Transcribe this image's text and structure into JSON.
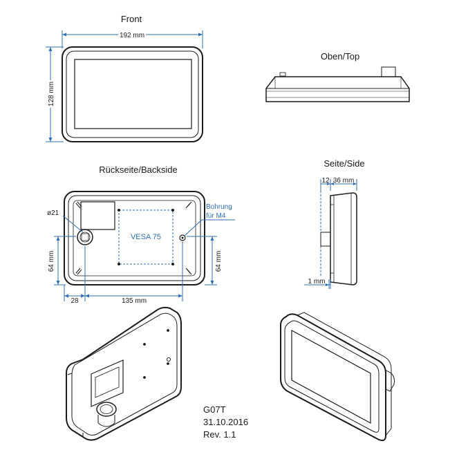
{
  "views": {
    "front": "Front",
    "top": "Oben/Top",
    "back": "Rückseite/Backside",
    "side": "Seite/Side"
  },
  "dimensions": {
    "width": "192 mm",
    "height": "128 mm",
    "diameter": "ø21",
    "bore_line1": "Bohrung",
    "bore_line2": "für M4",
    "vesa": "VESA 75",
    "left_64": "64 mm",
    "right_64": "64 mm",
    "offset_28": "28",
    "span_135": "135 mm",
    "side_12": "12",
    "side_36": "36 mm",
    "side_1": "1 mm"
  },
  "info": {
    "model": "G07T",
    "date": "31.10.2016",
    "revision": "Rev. 1.1"
  },
  "colors": {
    "dimension": "#2f6fb5",
    "outline": "#1a1a1a"
  }
}
